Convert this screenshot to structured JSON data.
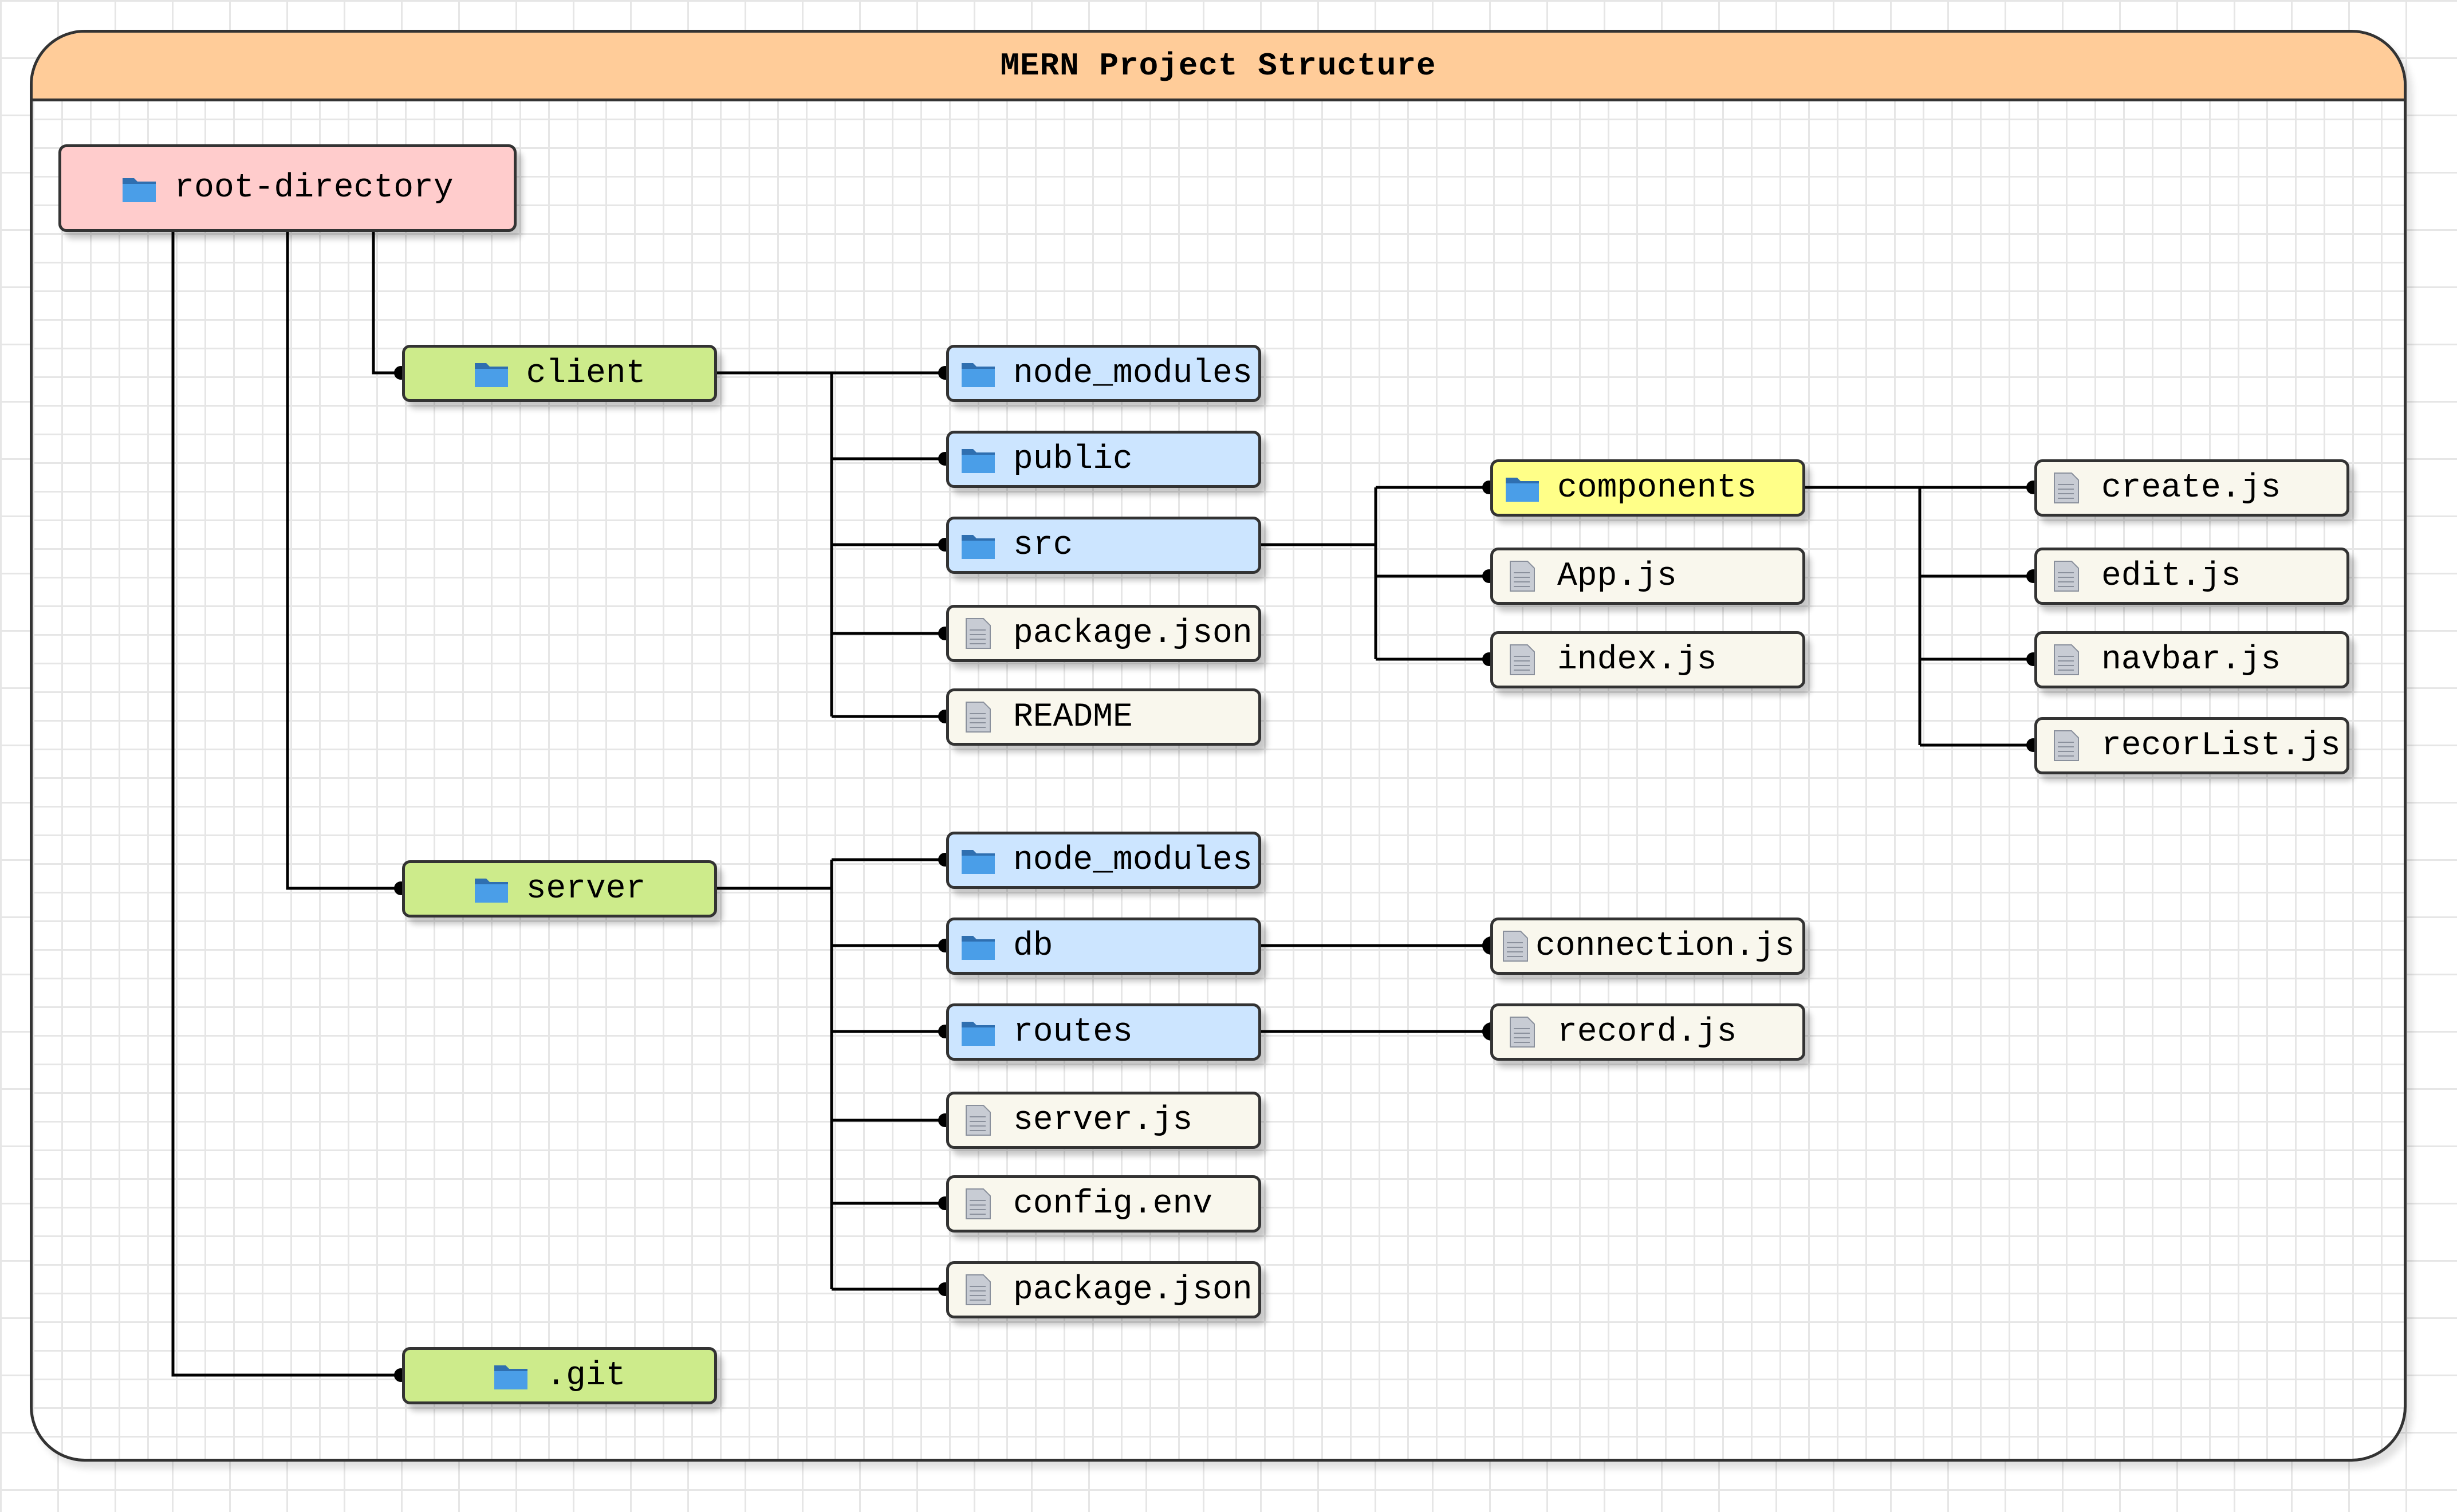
{
  "title": "MERN Project Structure",
  "colors": {
    "header": "#ffcc99",
    "root": "#ffcccc",
    "top_folder": "#cdeb8b",
    "folder": "#cce5ff",
    "file": "#f9f7ed",
    "highlight_folder": "#ffff88",
    "folder_icon": "#4a9ee8",
    "file_icon": "#c8ccd4"
  },
  "root": {
    "label": "root-directory",
    "icon": "folder-icon"
  },
  "client": {
    "label": "client",
    "icon": "folder-icon",
    "children": [
      {
        "label": "node_modules",
        "icon": "folder-icon"
      },
      {
        "label": "public",
        "icon": "folder-icon"
      },
      {
        "label": "src",
        "icon": "folder-icon"
      },
      {
        "label": "package.json",
        "icon": "file-icon"
      },
      {
        "label": "README",
        "icon": "file-icon"
      }
    ],
    "src": [
      {
        "label": "components",
        "icon": "folder-icon"
      },
      {
        "label": "App.js",
        "icon": "file-icon"
      },
      {
        "label": "index.js",
        "icon": "file-icon"
      }
    ],
    "components": [
      {
        "label": "create.js",
        "icon": "file-icon"
      },
      {
        "label": "edit.js",
        "icon": "file-icon"
      },
      {
        "label": "navbar.js",
        "icon": "file-icon"
      },
      {
        "label": "recorList.js",
        "icon": "file-icon"
      }
    ]
  },
  "server": {
    "label": "server",
    "icon": "folder-icon",
    "children": [
      {
        "label": "node_modules",
        "icon": "folder-icon"
      },
      {
        "label": "db",
        "icon": "folder-icon"
      },
      {
        "label": "routes",
        "icon": "folder-icon"
      },
      {
        "label": "server.js",
        "icon": "file-icon"
      },
      {
        "label": "config.env",
        "icon": "file-icon"
      },
      {
        "label": "package.json",
        "icon": "file-icon"
      }
    ],
    "db": [
      {
        "label": "connection.js",
        "icon": "file-icon"
      }
    ],
    "routes": [
      {
        "label": "record.js",
        "icon": "file-icon"
      }
    ]
  },
  "git": {
    "label": ".git",
    "icon": "folder-icon"
  }
}
